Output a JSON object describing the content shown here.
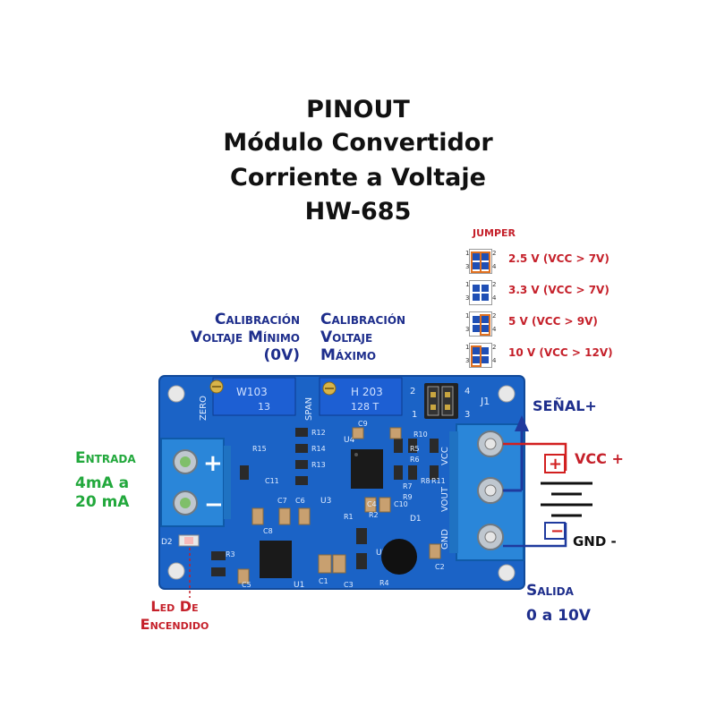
{
  "title": {
    "line1": "PINOUT",
    "line2": "Módulo Convertidor",
    "line3": "Corriente a Voltaje",
    "line4": "HW-685"
  },
  "labels": {
    "cal_min_line1": "Calibración",
    "cal_min_line2": "Voltaje Mínimo",
    "cal_min_line3": "(0V)",
    "cal_max_line1": "Calibración",
    "cal_max_line2": "Voltaje",
    "cal_max_line3": "Máximo",
    "entrada_line1": "Entrada",
    "entrada_line2": "4mA a",
    "entrada_line3": "20 mA",
    "led_line1": "Led De",
    "led_line2": "Encendido",
    "senal": "SEÑAL+",
    "vcc": "VCC +",
    "gnd": "GND -",
    "salida_line1": "Salida",
    "salida_line2": "0 a 10V"
  },
  "jumper": {
    "title": "JUMPER",
    "options": [
      {
        "text": "2.5 V  (VCC > 7V)"
      },
      {
        "text": "3.3 V  (VCC > 7V)"
      },
      {
        "text": "5 V     (VCC > 9V)"
      },
      {
        "text": "10 V   (VCC > 12V)"
      }
    ],
    "pin_numbers": [
      "1",
      "2",
      "3",
      "4"
    ]
  },
  "board": {
    "pot1_top": "W103",
    "pot1_bottom": "13",
    "pot2_top": "H 203",
    "pot2_bottom": "128 T",
    "zero": "ZERO",
    "span": "SPAN",
    "plus": "+",
    "minus": "−",
    "chip_ids": [
      "U4",
      "U1",
      "U2",
      "U3",
      "J1",
      "D1",
      "D2"
    ],
    "resistors": [
      "R12",
      "R14",
      "R13",
      "R15",
      "R3",
      "R4",
      "R2",
      "R1",
      "R5",
      "R6",
      "R7",
      "R9",
      "R10",
      "R11",
      "R8"
    ],
    "caps": [
      "C11",
      "C7",
      "C6",
      "C8",
      "C5",
      "C1",
      "C3",
      "C4",
      "C9",
      "C10",
      "C2"
    ],
    "pins": [
      "VCC",
      "VOUT",
      "GND"
    ]
  },
  "colors": {
    "pcb": "#1b63c6",
    "terminal": "#2a86d9",
    "label_blue": "#1e2e8c",
    "label_green": "#22a83c",
    "label_red": "#c5202a",
    "jumper_highlight": "#e07020"
  }
}
